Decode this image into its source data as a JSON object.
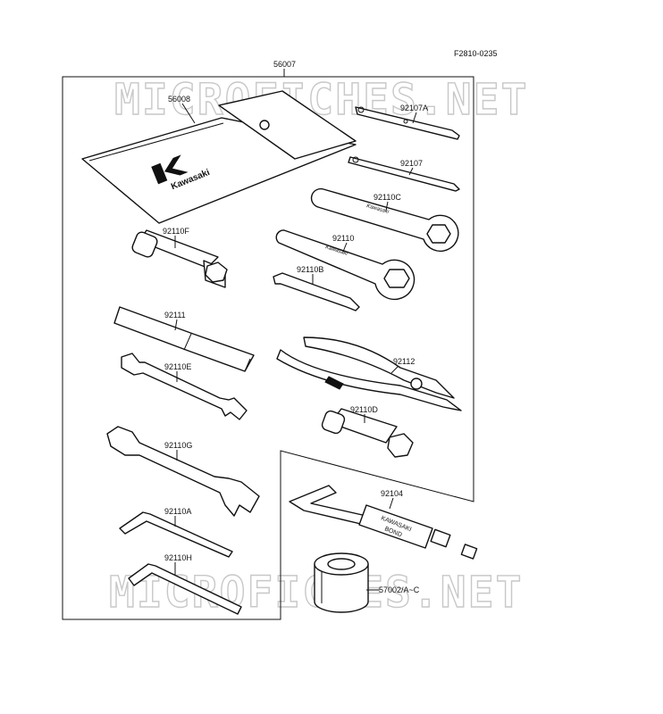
{
  "diagram_code": "F2810-0235",
  "watermark": "MICROFICHES.NET",
  "labels": {
    "kit": "56007",
    "pouch": "56008",
    "p92107A": "92107A",
    "p92107": "92107",
    "p92110C": "92110C",
    "p92110F": "92110F",
    "p92110": "92110",
    "p92110B": "92110B",
    "p92111": "92111",
    "p92112": "92112",
    "p92110E": "92110E",
    "p92110D": "92110D",
    "p92110G": "92110G",
    "p92104": "92104",
    "p92110A": "92110A",
    "p92110H": "92110H",
    "p57002": "57002/A~C"
  },
  "brand": {
    "logo_text": "Kawasaki",
    "tube_text_1": "KAWASAKI",
    "tube_text_2": "BOND"
  }
}
